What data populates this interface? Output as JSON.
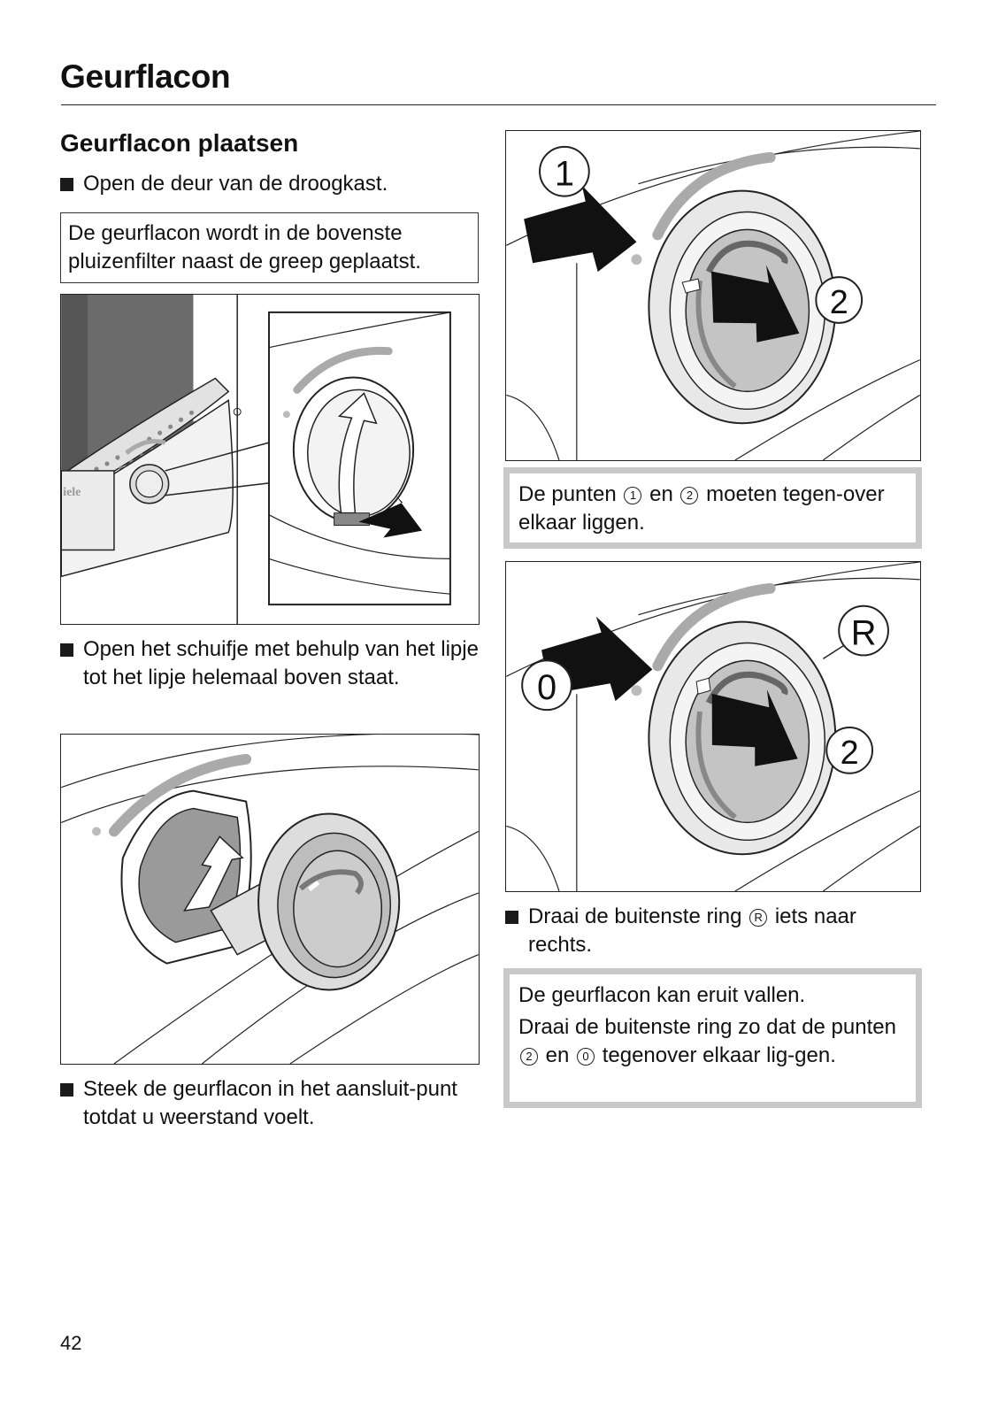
{
  "header": {
    "title": "Geurflacon"
  },
  "section": {
    "title": "Geurflacon plaatsen"
  },
  "left": {
    "step1": "Open de deur van de droogkast.",
    "note1": "De geurflacon wordt in de bovenste pluizenfilter naast de greep geplaatst.",
    "fig1_logo": "iele",
    "step2": "Open het schuifje met behulp van het lipje tot het lipje helemaal boven staat.",
    "step3": "Steek de geurflacon in het aansluit-punt totdat u weerstand voelt."
  },
  "right": {
    "fig3": {
      "label_a": "1",
      "label_b": "2"
    },
    "note2": {
      "pre": "De punten",
      "sym1": "1",
      "mid": "en",
      "sym2": "2",
      "post": "moeten tegen-over elkaar liggen."
    },
    "fig4": {
      "label_r": "R",
      "label_0": "0",
      "label_2": "2"
    },
    "step4": {
      "pre": "Draai de buitenste ring",
      "sym": "R",
      "post": "iets naar rechts."
    },
    "note3": {
      "line1": "De geurflacon kan eruit vallen.",
      "pre": "Draai de buitenste ring zo dat de punten",
      "sym1": "2",
      "mid": "en",
      "sym2": "0",
      "post": "tegenover elkaar lig-gen."
    }
  },
  "footer": {
    "page_number": "42"
  }
}
